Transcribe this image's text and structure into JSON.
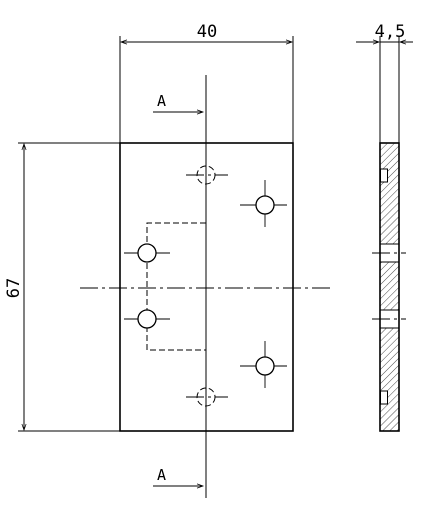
{
  "dimensions": {
    "width": "40",
    "height": "67",
    "thickness": "4,5"
  },
  "section": {
    "label_top": "A",
    "label_bottom": "A"
  }
}
